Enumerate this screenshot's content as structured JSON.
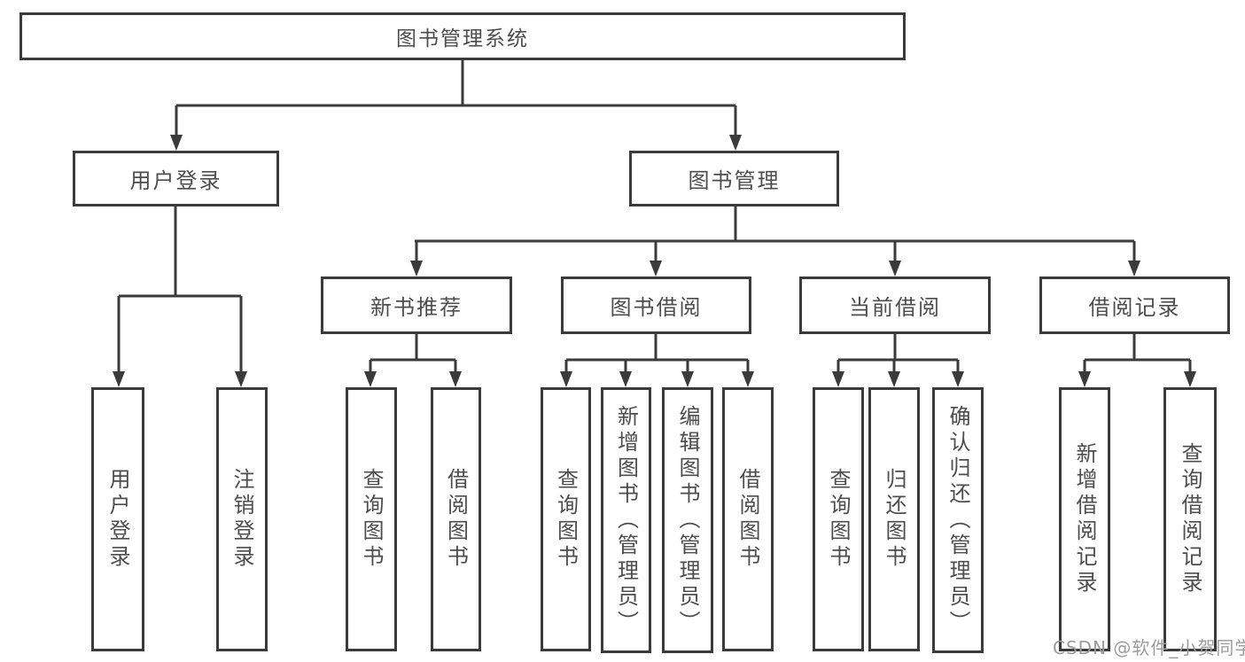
{
  "diagram": {
    "root": {
      "label": "图书管理系统"
    },
    "level2": [
      {
        "label": "用户登录"
      },
      {
        "label": "图书管理"
      }
    ],
    "level3": [
      {
        "label": "新书推荐"
      },
      {
        "label": "图书借阅"
      },
      {
        "label": "当前借阅"
      },
      {
        "label": "借阅记录"
      }
    ],
    "leaves": {
      "user_login": [
        "用户登录",
        "注销登录"
      ],
      "new_book_recommend": [
        "查询图书",
        "借阅图书"
      ],
      "book_borrowing": [
        "查询图书",
        "新增图书（管理员）",
        "编辑图书（管理员）",
        "借阅图书"
      ],
      "current_borrowing": [
        "查询图书",
        "归还图书",
        "确认归还（管理员）"
      ],
      "borrowing_records": [
        "新增借阅记录",
        "查询借阅记录"
      ]
    }
  },
  "watermark": {
    "text": "CSDN @软件_小贺同学"
  },
  "colors": {
    "line": "#3b3b3b",
    "text": "#4d4d4d",
    "watermark": "#9b9b9b",
    "background": "#ffffff"
  }
}
